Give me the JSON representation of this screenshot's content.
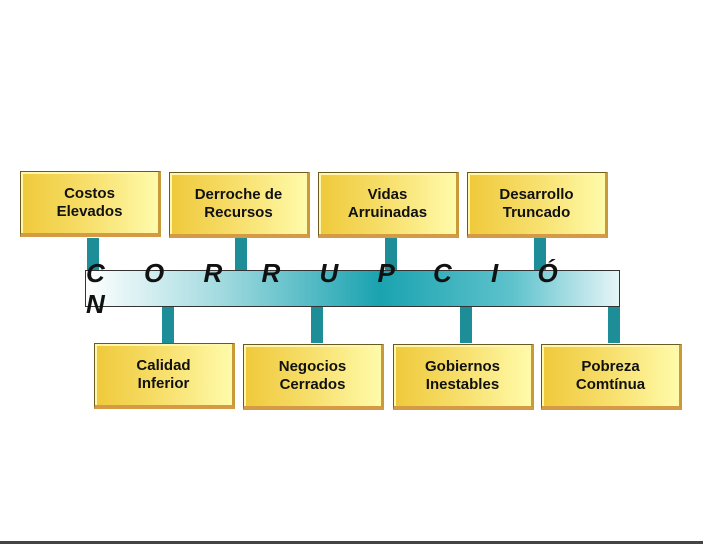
{
  "title": "C O R R U P C I Ó N",
  "top_boxes": [
    {
      "label": "Costos\nElevados"
    },
    {
      "label": "Derroche de\nRecursos"
    },
    {
      "label": "Vidas\nArruinadas"
    },
    {
      "label": "Desarrollo\nTruncado"
    }
  ],
  "bottom_boxes": [
    {
      "label": "Calidad\nInferior"
    },
    {
      "label": "Negocios\nCerrados"
    },
    {
      "label": "Gobiernos\nInestables"
    },
    {
      "label": "Pobreza\nComtínua"
    }
  ],
  "colors": {
    "connector": "#1d8d98",
    "box_gold": "#efc93a",
    "box_light": "#fffbab"
  }
}
